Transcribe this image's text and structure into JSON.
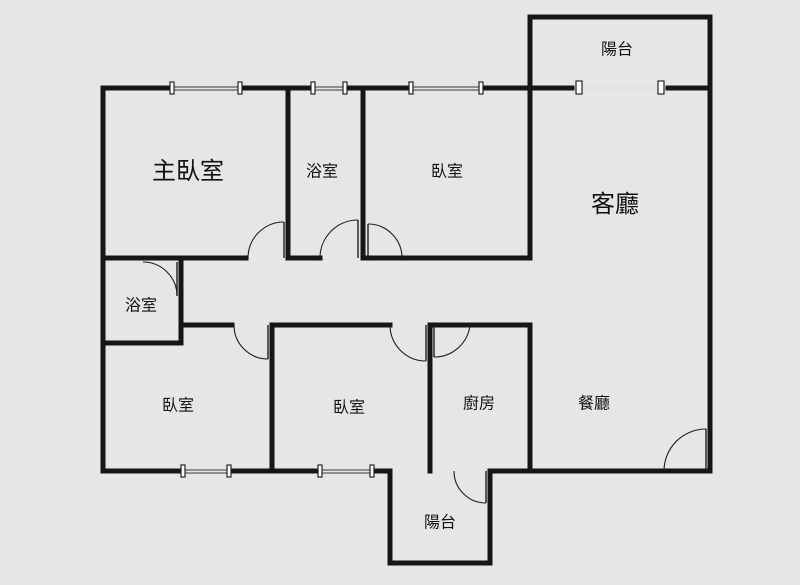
{
  "rooms": {
    "master_bedroom": "主臥室",
    "bathroom_1": "浴室",
    "bedroom_1": "臥室",
    "living_room": "客廳",
    "balcony_top": "陽台",
    "bathroom_2": "浴室",
    "bedroom_2": "臥室",
    "bedroom_3": "臥室",
    "kitchen": "廚房",
    "dining_room": "餐廳",
    "balcony_bottom": "陽台"
  }
}
